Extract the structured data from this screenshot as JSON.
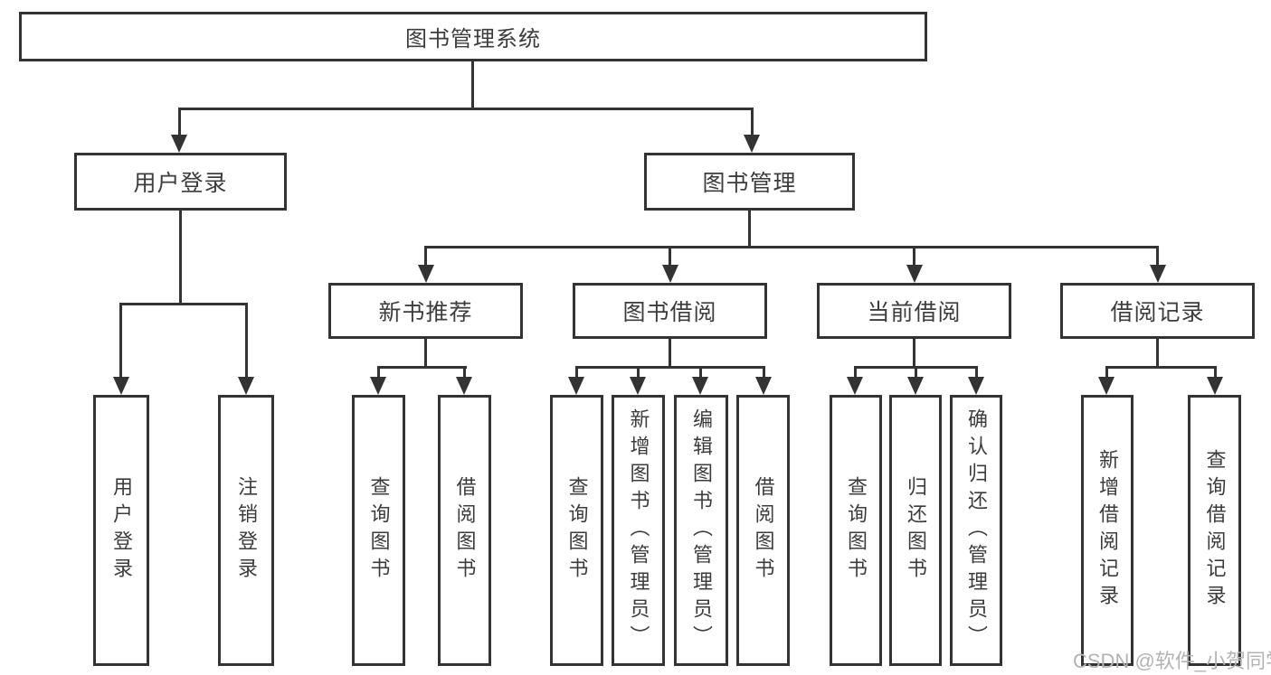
{
  "diagram": {
    "root": {
      "label": "图书管理系统"
    },
    "branches": [
      {
        "label": "用户登录",
        "children": [
          {
            "label": "用户登录"
          },
          {
            "label": "注销登录"
          }
        ]
      },
      {
        "label": "图书管理",
        "groups": [
          {
            "label": "新书推荐",
            "children": [
              {
                "label": "查询图书"
              },
              {
                "label": "借阅图书"
              }
            ]
          },
          {
            "label": "图书借阅",
            "children": [
              {
                "label": "查询图书"
              },
              {
                "label": "新增图书（管理员）"
              },
              {
                "label": "编辑图书（管理员）"
              },
              {
                "label": "借阅图书"
              }
            ]
          },
          {
            "label": "当前借阅",
            "children": [
              {
                "label": "查询图书"
              },
              {
                "label": "归还图书"
              },
              {
                "label": "确认归还（管理员）"
              }
            ]
          },
          {
            "label": "借阅记录",
            "children": [
              {
                "label": "新增借阅记录"
              },
              {
                "label": "查询借阅记录"
              }
            ]
          }
        ]
      }
    ]
  },
  "watermark": {
    "text": "CSDN @软件_小贺同学"
  },
  "colors": {
    "line": "#333333",
    "text": "#3c3c3c",
    "background": "#ffffff",
    "watermark": "#b3b3b3"
  }
}
